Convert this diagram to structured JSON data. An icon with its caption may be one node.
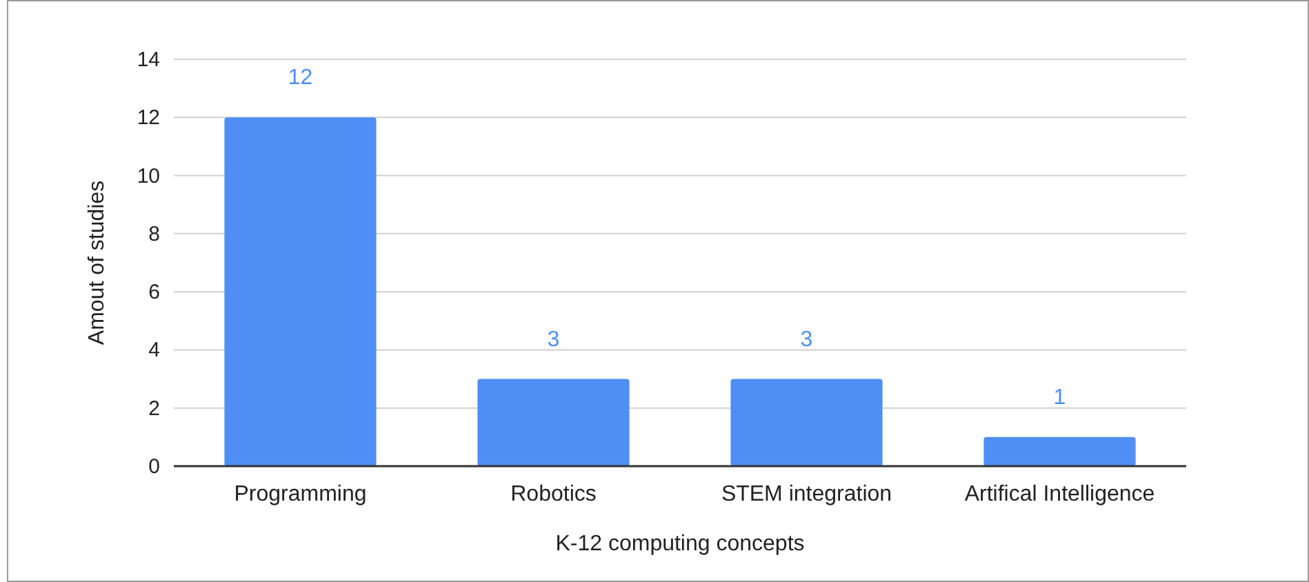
{
  "diagram": {
    "chart_data": {
      "type": "bar",
      "xlabel": "K-12 computing concepts",
      "ylabel": "Amout of studies",
      "categories": [
        "Programming",
        "Robotics",
        "STEM integration",
        "Artifical Intelligence"
      ],
      "series": [
        {
          "color": "#4f8ff5",
          "values": [
            12,
            3,
            3,
            1
          ]
        }
      ],
      "ylim": [
        0,
        14
      ],
      "yticks": [
        0,
        2,
        4,
        6,
        8,
        10,
        12,
        14
      ],
      "grid": true,
      "data_labels": true
    }
  }
}
